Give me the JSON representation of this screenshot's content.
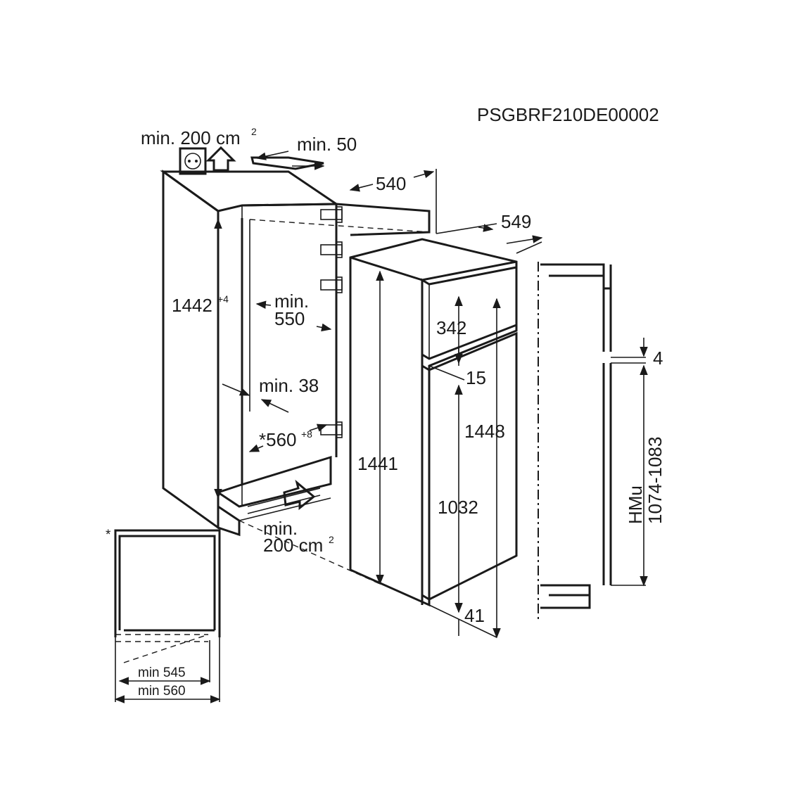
{
  "reference_code": "PSGBRF210DE00002",
  "labels": {
    "top_vent": "min. 200 cm",
    "top_vent_sup": "2",
    "rear_gap": "min. 50",
    "depth_540": "540",
    "depth_549": "549",
    "niche_height": "1442",
    "niche_height_sup": "+4",
    "niche_depth_line1": "min.",
    "niche_depth_line2": "550",
    "side_gap": "min. 38",
    "niche_width": "*560",
    "niche_width_sup": "+8",
    "bottom_vent_line1": "min.",
    "bottom_vent_line2": "200 cm",
    "bottom_vent_sup": "2",
    "freezer_height": "342",
    "gap_15": "15",
    "total_height": "1448",
    "body_height": "1441",
    "fridge_height": "1032",
    "bottom_41": "41",
    "door_gap_4": "4",
    "hmu_label": "HMu",
    "hmu_range": "1074-1083",
    "asterisk": "*",
    "min_545": "min 545",
    "min_560": "min 560"
  }
}
